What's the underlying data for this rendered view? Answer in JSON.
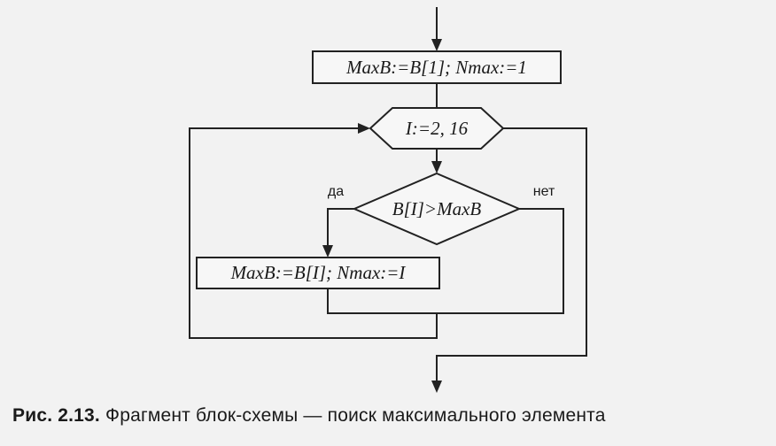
{
  "diagram": {
    "init_block": "MaxB:=B[1]; Nmax:=1",
    "loop_block": "I:=2, 16",
    "condition_block": "B[I]>MaxB",
    "assign_block": "MaxB:=B[I]; Nmax:=I",
    "yes_label": "да",
    "no_label": "нет"
  },
  "caption": {
    "figure_number": "Рис. 2.13.",
    "text": "Фрагмент блок-схемы — поиск максимального элемента"
  },
  "colors": {
    "line": "#222222",
    "background": "#f2f2f2"
  }
}
